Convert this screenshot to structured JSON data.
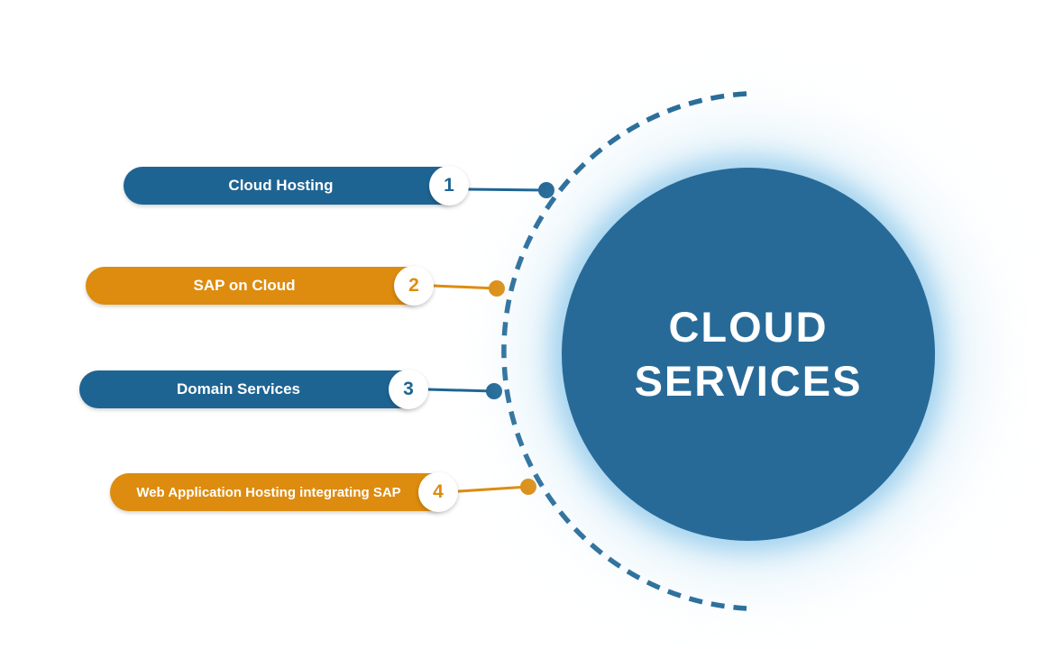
{
  "diagram": {
    "title_line1": "CLOUD",
    "title_line2": "SERVICES",
    "items": [
      {
        "number": "1",
        "label": "Cloud Hosting",
        "color": "#1e6493"
      },
      {
        "number": "2",
        "label": "SAP on Cloud",
        "color": "#dd8c0f"
      },
      {
        "number": "3",
        "label": "Domain Services",
        "color": "#1e6493"
      },
      {
        "number": "4",
        "label": "Web Application Hosting integrating SAP",
        "color": "#dd8c0f"
      }
    ],
    "colors": {
      "blue": "#1e6493",
      "orange": "#dd8c0f",
      "circle_fill": "#276a98",
      "glow": "#bfe0f4",
      "text": "#ffffff",
      "background": "#ffffff"
    }
  }
}
